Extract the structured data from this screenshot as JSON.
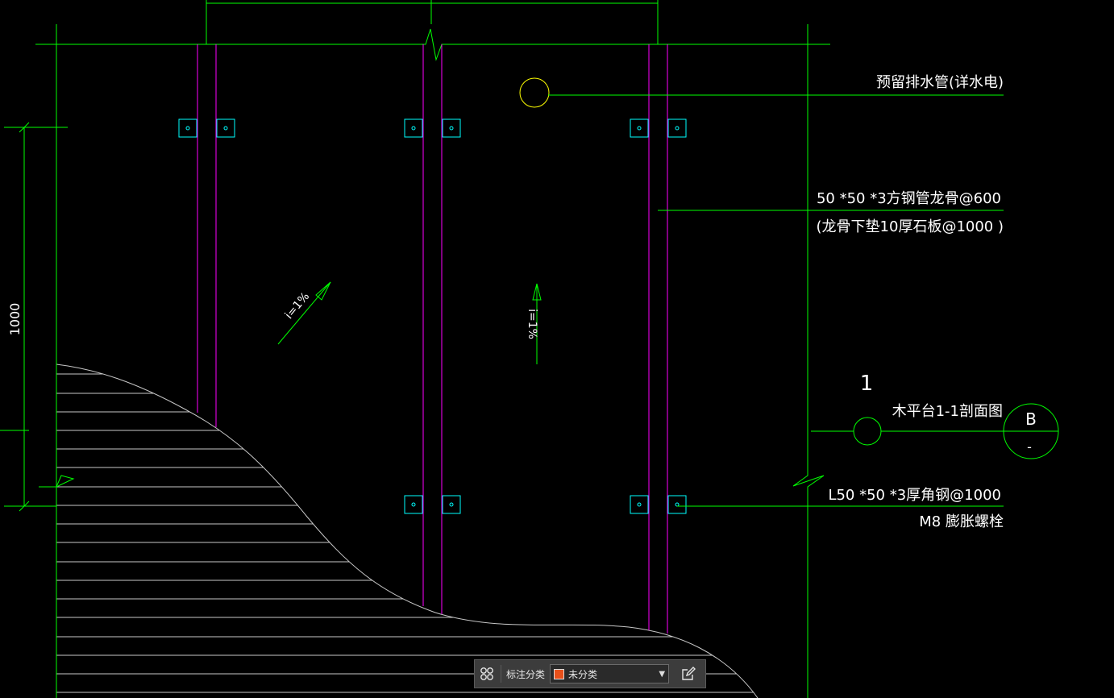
{
  "annotations": {
    "drain_pipe": "预留排水管(详水电)",
    "keel_line1": "50 *50 *3方钢管龙骨@600",
    "keel_line2": "(龙骨下垫10厚石板@1000 )",
    "angle_steel": "L50 *50 *3厚角钢@1000",
    "bolt": "M8 膨胀螺栓",
    "section_title": "木平台1-1剖面图",
    "section_number": "1",
    "grid_bubble_letter": "B",
    "grid_bubble_sub": "-",
    "dimension_vertical": "1000",
    "slope_diagonal": "i=1%",
    "slope_vertical": "i=1%"
  },
  "colors": {
    "background": "#000000",
    "line_green": "#00ff00",
    "line_magenta": "#ff00ff",
    "line_cyan": "#00ffff",
    "line_white": "#ffffff",
    "hatch_gray": "#c8c8c8",
    "swatch_orange": "#e8501a"
  },
  "toolbar": {
    "icon_grid": "grid-icon",
    "label": "标注分类",
    "select_value": "未分类",
    "edit_icon": "edit-icon"
  }
}
